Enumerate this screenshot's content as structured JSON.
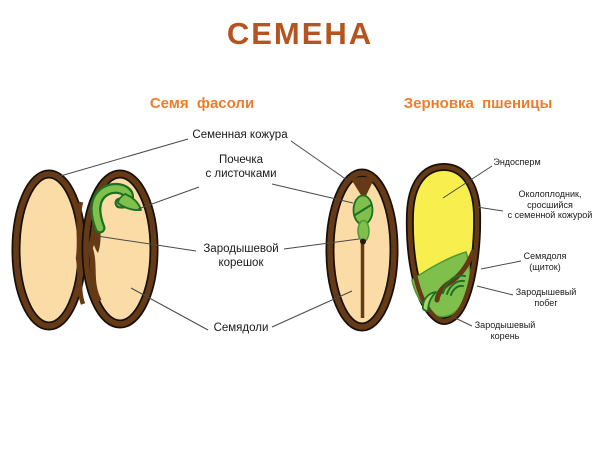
{
  "title": "СЕМЕНА",
  "sections": {
    "bean": {
      "heading": "Семя фасоли"
    },
    "wheat": {
      "heading": "Зерновка пшеницы"
    }
  },
  "bean_labels": {
    "seed_coat": "Семенная кожура",
    "bud_line1": "Почечка",
    "bud_line2": "с листочками",
    "root_line1": "Зародышевой",
    "root_line2": "корешок",
    "cotyledons": "Семядоли"
  },
  "wheat_labels": {
    "endosperm": "Эндосперм",
    "pericarp_line1": "Околоплодник,",
    "pericarp_line2": "сросшийся",
    "pericarp_line3": "с семенной кожурой",
    "scutellum_line1": "Семядоля",
    "scutellum_line2": "(щиток)",
    "shoot_line1": "Зародышевый",
    "shoot_line2": "побег",
    "root_line1": "Зародышевый",
    "root_line2": "корень"
  },
  "colors": {
    "accent_title": "#B4541E",
    "accent_heading": "#ED7D2B",
    "label_ink": "#1a1a1a",
    "leader_line": "#4a4a4a",
    "outline_dark": "#17100a",
    "seed_brown": "#653A17",
    "seed_cream": "#FBDCA6",
    "endosperm_yellow": "#F8EE4E",
    "embryo_green": "#7FBF4C",
    "embryo_green_mid": "#4C9A35",
    "embryo_green_dark": "#1E6E24",
    "embryo_green_light": "#A6D468"
  }
}
